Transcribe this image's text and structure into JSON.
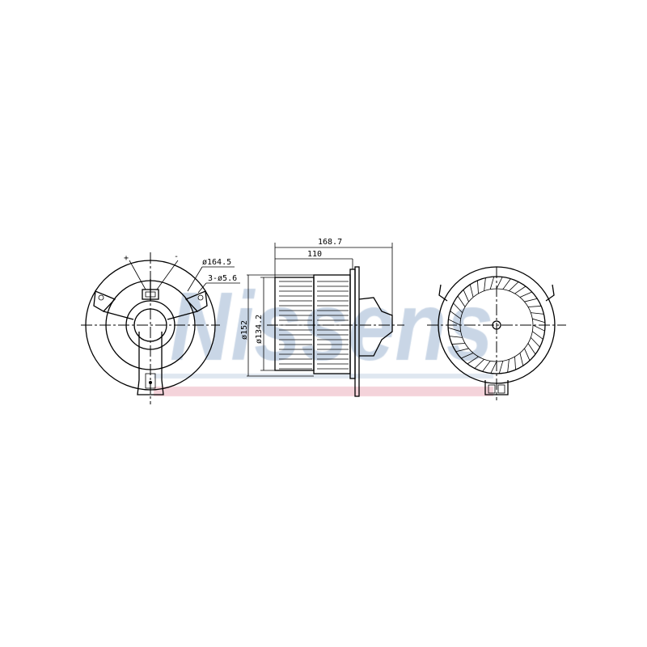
{
  "watermark": {
    "text": "Nissens",
    "color": "#c9d6e6",
    "bar_color": "#f4d3da"
  },
  "labels": {
    "plus": "+",
    "minus": "-",
    "outer_diameter": "ø164.5",
    "holes": "3-ø5.6",
    "overall_length": "168.7",
    "wheel_length": "110",
    "housing_diameter": "ø152",
    "wheel_diameter": "ø134.2"
  }
}
